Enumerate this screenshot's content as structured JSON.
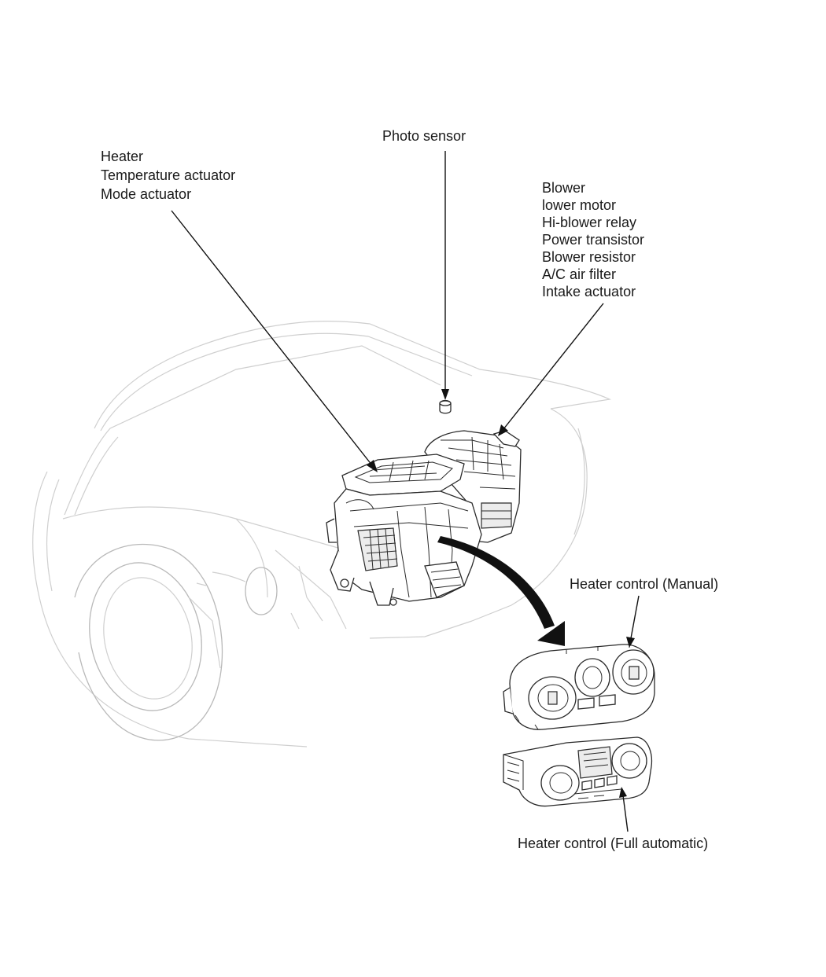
{
  "labels": {
    "heater_group": [
      "Heater",
      "Temperature actuator",
      "Mode actuator"
    ],
    "photo_sensor": "Photo sensor",
    "blower_group": [
      "Blower",
      "lower motor",
      "Hi-blower relay",
      "Power transistor",
      "Blower resistor",
      "A/C air filter",
      "Intake actuator"
    ],
    "heater_control_manual": "Heater control (Manual)",
    "heater_control_auto": "Heater control (Full automatic)"
  },
  "colors": {
    "vehicle_outline": "#cfcfcf",
    "component_line": "#2a2a2a",
    "leader_line": "#111111",
    "background": "#ffffff"
  }
}
